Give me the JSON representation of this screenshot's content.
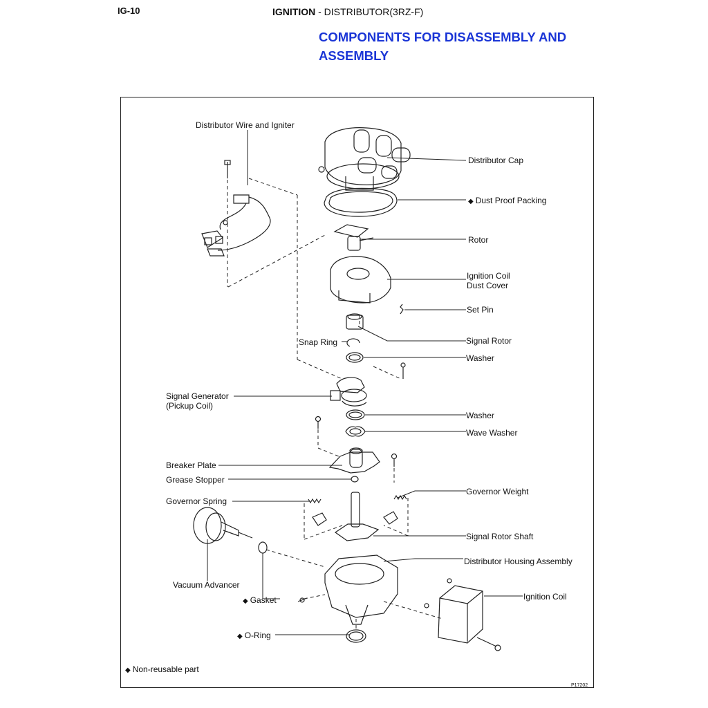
{
  "page": {
    "id": "IG-10",
    "section": "IGNITION",
    "subsection": " - DISTRIBUTOR(3RZ-F)"
  },
  "title": "COMPONENTS FOR DISASSEMBLY AND ASSEMBLY",
  "note_symbol": "◆",
  "labels": {
    "distributor_wire_igniter": "Distributor Wire and Igniter",
    "distributor_cap": "Distributor Cap",
    "dust_proof_packing": "Dust Proof Packing",
    "rotor": "Rotor",
    "ignition_coil_dust_cover_1": "Ignition Coil",
    "ignition_coil_dust_cover_2": "Dust Cover",
    "set_pin": "Set Pin",
    "signal_rotor": "Signal Rotor",
    "snap_ring": "Snap Ring",
    "washer_1": "Washer",
    "signal_generator_1": "Signal Generator",
    "signal_generator_2": "(Pickup Coil)",
    "washer_2": "Washer",
    "wave_washer": "Wave Washer",
    "breaker_plate": "Breaker Plate",
    "grease_stopper": "Grease Stopper",
    "governor_spring": "Governor Spring",
    "governor_weight": "Governor Weight",
    "signal_rotor_shaft": "Signal Rotor Shaft",
    "distributor_housing": "Distributor Housing Assembly",
    "vacuum_advancer": "Vacuum Advancer",
    "gasket": "Gasket",
    "ignition_coil": "Ignition Coil",
    "o_ring": "O-Ring",
    "non_reusable": "Non-reusable part",
    "figure_code": "P17202"
  }
}
